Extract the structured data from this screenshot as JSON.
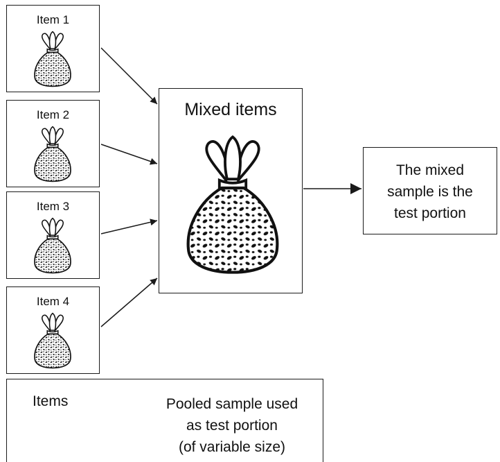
{
  "items": [
    {
      "label": "Item 1"
    },
    {
      "label": "Item 2"
    },
    {
      "label": "Item 3"
    },
    {
      "label": "Item 4"
    }
  ],
  "mixed": {
    "title": "Mixed items"
  },
  "result": {
    "text_lines": [
      "The mixed",
      "sample is the",
      "test portion"
    ]
  },
  "legend": {
    "items_label": "Items",
    "pooled_lines": [
      "Pooled sample used",
      "as test portion",
      "(of variable size)"
    ]
  },
  "icons": {
    "bag": "bag-icon",
    "arrow": "arrow-right-icon"
  }
}
